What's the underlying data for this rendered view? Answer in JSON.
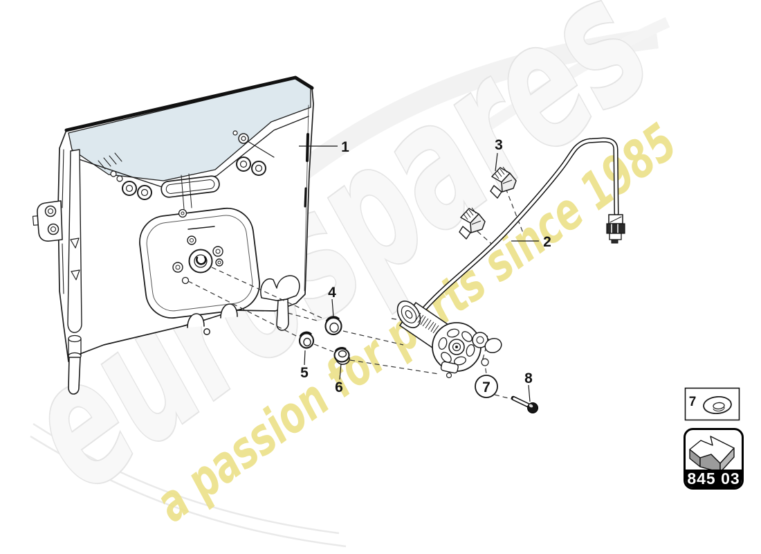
{
  "watermark": {
    "brand": "eurospares",
    "tagline": "a passion for parts since 1985",
    "brand_fill": "#f8f8f8",
    "brand_outline": "#e4e4e4",
    "tagline_color": "#ece188"
  },
  "diagram": {
    "glass_color": "#dde8ee",
    "line_color": "#1c1c1c",
    "shade_color": "#9b9b9b",
    "callouts": {
      "c1": "1",
      "c2": "2",
      "c3": "3",
      "c4": "4",
      "c5": "5",
      "c6": "6",
      "c7": "7",
      "c8": "8"
    }
  },
  "legend": {
    "ref": "7"
  },
  "part_code": "845 03"
}
